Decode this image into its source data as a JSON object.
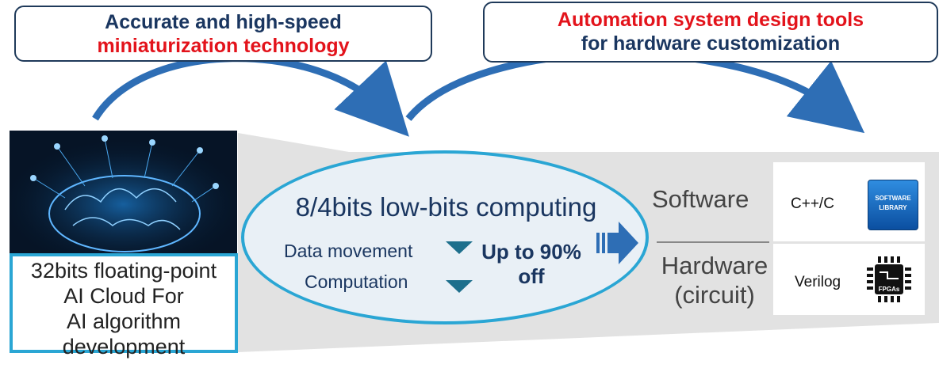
{
  "top_left": {
    "line1": "Accurate and high-speed",
    "line2": "miniaturization technology"
  },
  "top_right": {
    "line1": "Automation system design tools",
    "line2": "for hardware customization"
  },
  "left_box": {
    "lines": [
      "32bits floating-point",
      "AI Cloud For",
      "AI algorithm",
      "development"
    ]
  },
  "center": {
    "title": "8/4bits low-bits computing",
    "item1": "Data movement",
    "item2": "Computation",
    "result_line1": "Up to 90%",
    "result_line2": "off"
  },
  "right": {
    "software_label": "Software",
    "hardware_label_line1": "Hardware",
    "hardware_label_line2": "(circuit)",
    "software_lang": "C++/C",
    "hardware_lang": "Verilog",
    "software_icon_text_1": "SOFTWARE",
    "software_icon_text_2": "LIBRARY",
    "fpga_icon_text": "FPGAs"
  },
  "colors": {
    "navy": "#1a3660",
    "red": "#e3131b",
    "cyan": "#2aa6d4",
    "arrow_blue": "#2e6eb5",
    "teal": "#1d6f8c"
  }
}
